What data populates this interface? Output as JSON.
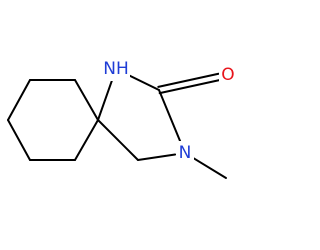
{
  "structure": {
    "atoms": [
      {
        "id": "N1",
        "label": "NH",
        "color": "#1f3dd6"
      },
      {
        "id": "O1",
        "label": "O",
        "color": "#e8141b"
      },
      {
        "id": "N2",
        "label": "N",
        "color": "#1f3dd6"
      }
    ],
    "bond_color": "#000000",
    "bonds": [
      {
        "from": "C1",
        "to": "C2",
        "order": 1
      },
      {
        "from": "C2",
        "to": "C3",
        "order": 1
      },
      {
        "from": "C3",
        "to": "C4",
        "order": 1
      },
      {
        "from": "C4",
        "to": "C5",
        "order": 1
      },
      {
        "from": "C5",
        "to": "C6",
        "order": 1
      },
      {
        "from": "C6",
        "to": "C1",
        "order": 1
      },
      {
        "from": "C1",
        "to": "N1",
        "order": 1
      },
      {
        "from": "N1",
        "to": "C7",
        "order": 1
      },
      {
        "from": "C7",
        "to": "O1",
        "order": 2
      },
      {
        "from": "C7",
        "to": "N2",
        "order": 1
      },
      {
        "from": "N2",
        "to": "C8",
        "order": 1
      },
      {
        "from": "C8",
        "to": "C1",
        "order": 1
      },
      {
        "from": "N2",
        "to": "C9",
        "order": 1
      }
    ]
  }
}
